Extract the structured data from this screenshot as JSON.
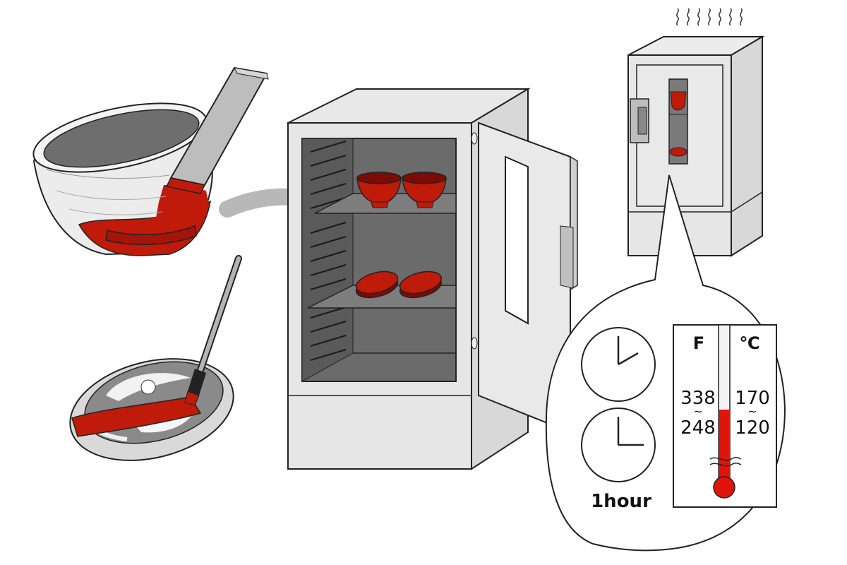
{
  "callout": {
    "duration_label": "1hour",
    "thermometer": {
      "unit_left": "F",
      "unit_right": "℃",
      "f_high": "338",
      "f_low": "248",
      "c_high": "170",
      "c_low": "120",
      "range_sep": "~"
    }
  },
  "colors": {
    "lacquer_red": "#c01a0a",
    "dark_red": "#7a0c05",
    "oven_body": "#e4e4e4",
    "oven_interior": "#6b6b6b",
    "arrow_gray": "#b8b8b8",
    "outline": "#222222"
  }
}
